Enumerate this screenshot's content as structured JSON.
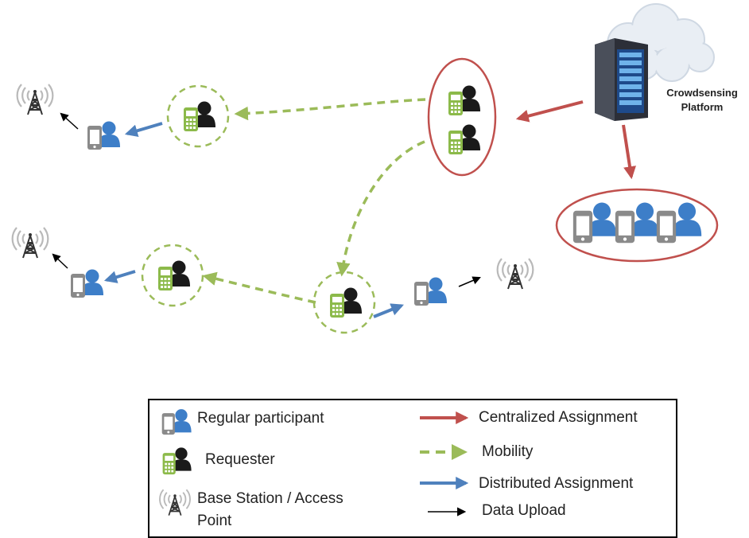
{
  "platform": {
    "line1": "Crowdsensing",
    "line2": "Platform"
  },
  "legend": {
    "regular_participant": "Regular participant",
    "requester": "Requester",
    "base_station_line1": "Base Station / Access",
    "base_station_line2": "Point",
    "centralized": "Centralized Assignment",
    "mobility": "Mobility",
    "distributed": "Distributed Assignment",
    "data_upload": "Data Upload"
  },
  "colors": {
    "centralized": "#c0504d",
    "mobility": "#9bbb59",
    "distributed": "#4f81bd",
    "regular_person": "#3d7ec8",
    "requester_person": "#1a1a1a",
    "requester_phone": "#8cba4a",
    "regular_phone": "#8a8a8a",
    "data_upload": "#000000"
  },
  "icons": [
    "cloud-icon",
    "server-icon",
    "phone-icon",
    "person-icon",
    "antenna-icon",
    "arrow-icon"
  ]
}
